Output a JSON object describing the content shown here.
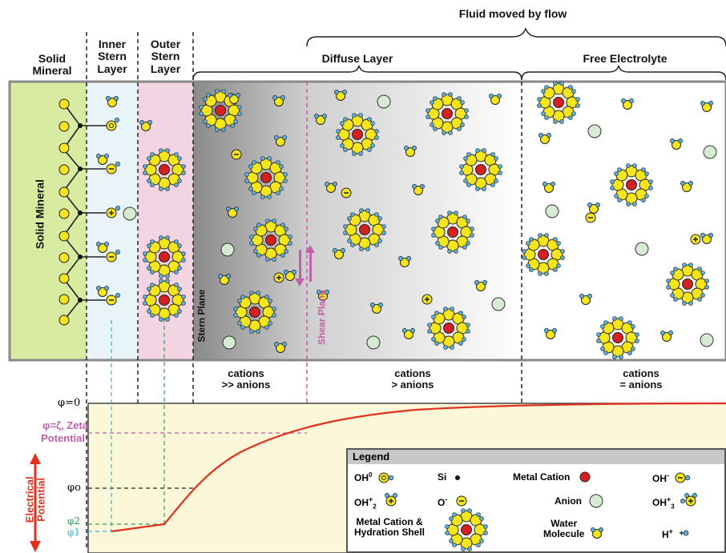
{
  "header": {
    "fluid_moved": "Fluid moved by flow",
    "solid_mineral": "Solid\nMineral",
    "inner_stern": "Inner\nStern\nLayer",
    "outer_stern": "Outer\nStern\nLayer",
    "diffuse_layer": "Diffuse Layer",
    "free_electrolyte": "Free Electrolyte"
  },
  "labels": {
    "solid_mineral_vertical": "Solid Mineral",
    "stern_plane": "Stern Plane",
    "shear_plane": "Shear Plane",
    "cations_stern": "cations\n>> anions",
    "cations_diffuse": "cations\n> anions",
    "cations_free": "cations\n= anions",
    "electrical_potential": "Electrical\nPotential"
  },
  "potential": {
    "phi_zero": "φ=0",
    "zeta_line1": "φ=ζ, Zeta",
    "zeta_line2": "Potential",
    "phi_o": "φo",
    "phi_2": "φ2",
    "phi_1": "φ1"
  },
  "legend": {
    "title": "Legend",
    "oh0": "OH",
    "oh0_sup": "0",
    "si": "Si",
    "metal_cation": "Metal Cation",
    "oh_minus": "OH",
    "oh_minus_sup": "-",
    "oh2": "OH",
    "oh2_sup": "+",
    "oh2_sub": "2",
    "o_minus": "O",
    "o_minus_sup": "-",
    "anion": "Anion",
    "oh3": "OH",
    "oh3_sup": "+",
    "oh3_sub": "3",
    "metal_shell": "Metal Cation &\nHydration Shell",
    "water": "Water\nMolecule",
    "h_plus": "H",
    "h_plus_sup": "+"
  },
  "colors": {
    "solid": "#d9eba0",
    "inner": "#e8f4f8",
    "outer": "#f3d4e2",
    "curve": "#e0301e",
    "zeta": "#c060a8",
    "blue": "#3aaee0",
    "green": "#2aa050",
    "cream": "#fbf7d8",
    "yellow": "#f5e51d"
  }
}
